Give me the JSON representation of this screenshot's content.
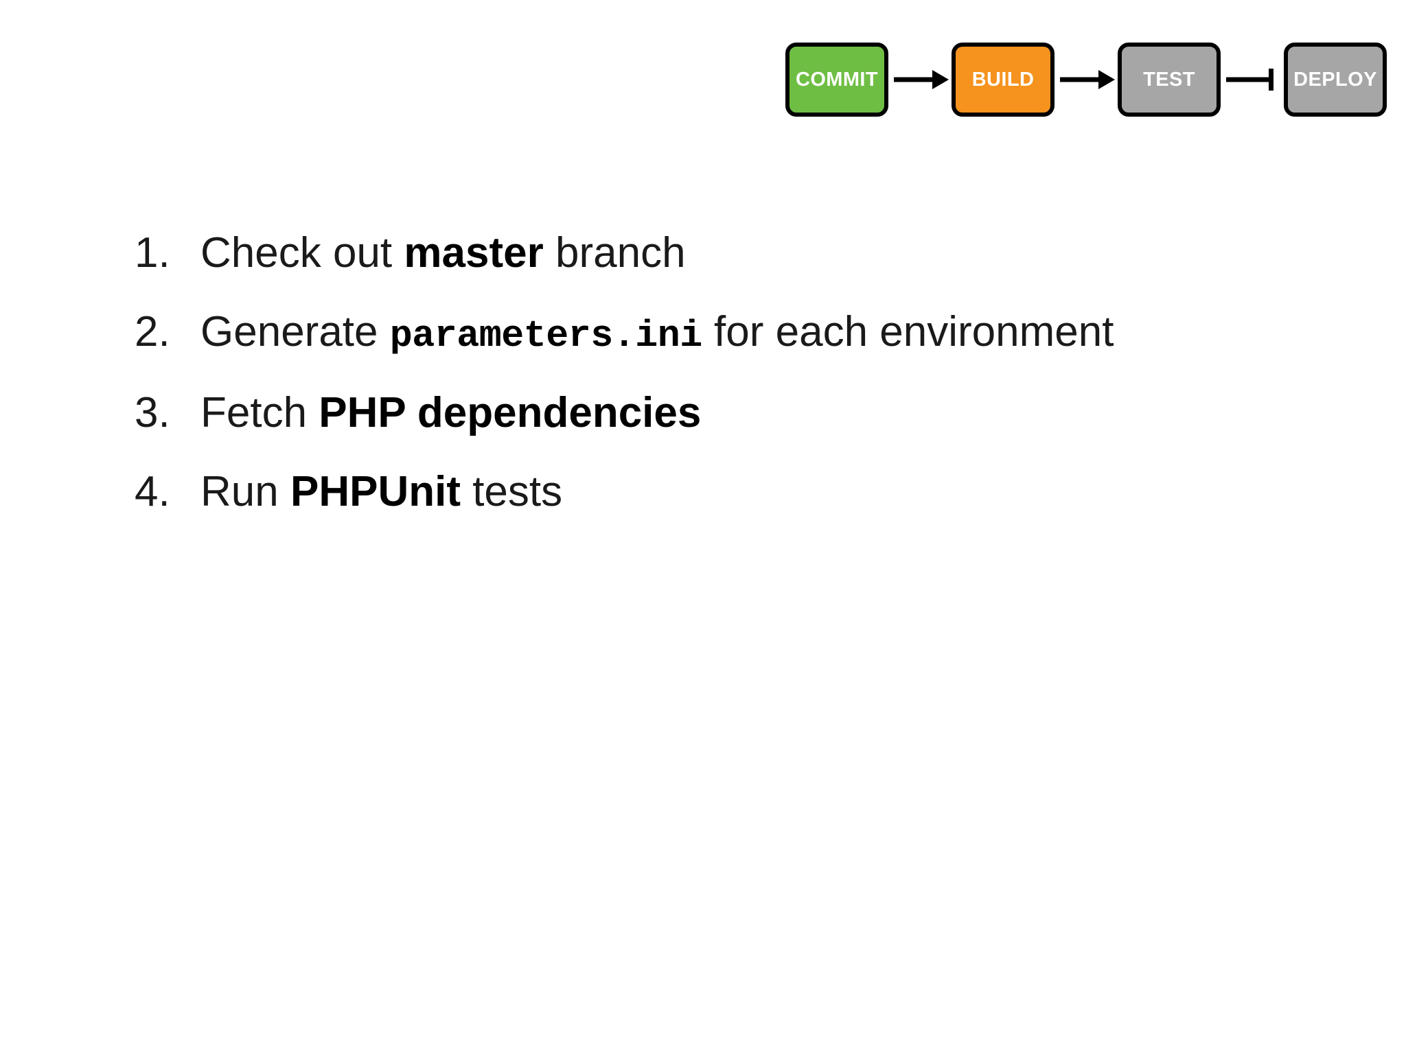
{
  "slide": {
    "background_color": "#FFFFFF",
    "text_color": "#1A1A1A"
  },
  "pipeline": {
    "name": "ci-cd-pipeline",
    "stages": [
      {
        "id": "commit",
        "label": "COMMIT",
        "color": "#6FBE44",
        "state": "done"
      },
      {
        "id": "build",
        "label": "BUILD",
        "color": "#F5931E",
        "state": "active"
      },
      {
        "id": "test",
        "label": "TEST",
        "color": "#A6A6A6",
        "state": "pending"
      },
      {
        "id": "deploy",
        "label": "DEPLOY",
        "color": "#A6A6A6",
        "state": "pending"
      }
    ],
    "connectors": [
      {
        "from": "commit",
        "to": "build",
        "type": "arrow"
      },
      {
        "from": "build",
        "to": "test",
        "type": "arrow"
      },
      {
        "from": "test",
        "to": "deploy",
        "type": "barbed"
      }
    ],
    "border_color": "#000000",
    "label_color": "#FFFFFF"
  },
  "steps": {
    "items": [
      {
        "number": "1.",
        "parts": [
          {
            "kind": "plain",
            "text": "Check out "
          },
          {
            "kind": "strong",
            "text": "master"
          },
          {
            "kind": "plain",
            "text": " branch"
          }
        ]
      },
      {
        "number": "2.",
        "parts": [
          {
            "kind": "plain",
            "text": "Generate "
          },
          {
            "kind": "code",
            "text": "parameters.ini"
          },
          {
            "kind": "plain",
            "text": " for each environment"
          }
        ]
      },
      {
        "number": "3.",
        "parts": [
          {
            "kind": "plain",
            "text": "Fetch "
          },
          {
            "kind": "strong",
            "text": "PHP dependencies"
          }
        ]
      },
      {
        "number": "4.",
        "parts": [
          {
            "kind": "plain",
            "text": "Run "
          },
          {
            "kind": "strong",
            "text": "PHPUnit"
          },
          {
            "kind": "plain",
            "text": " tests"
          }
        ]
      }
    ]
  }
}
